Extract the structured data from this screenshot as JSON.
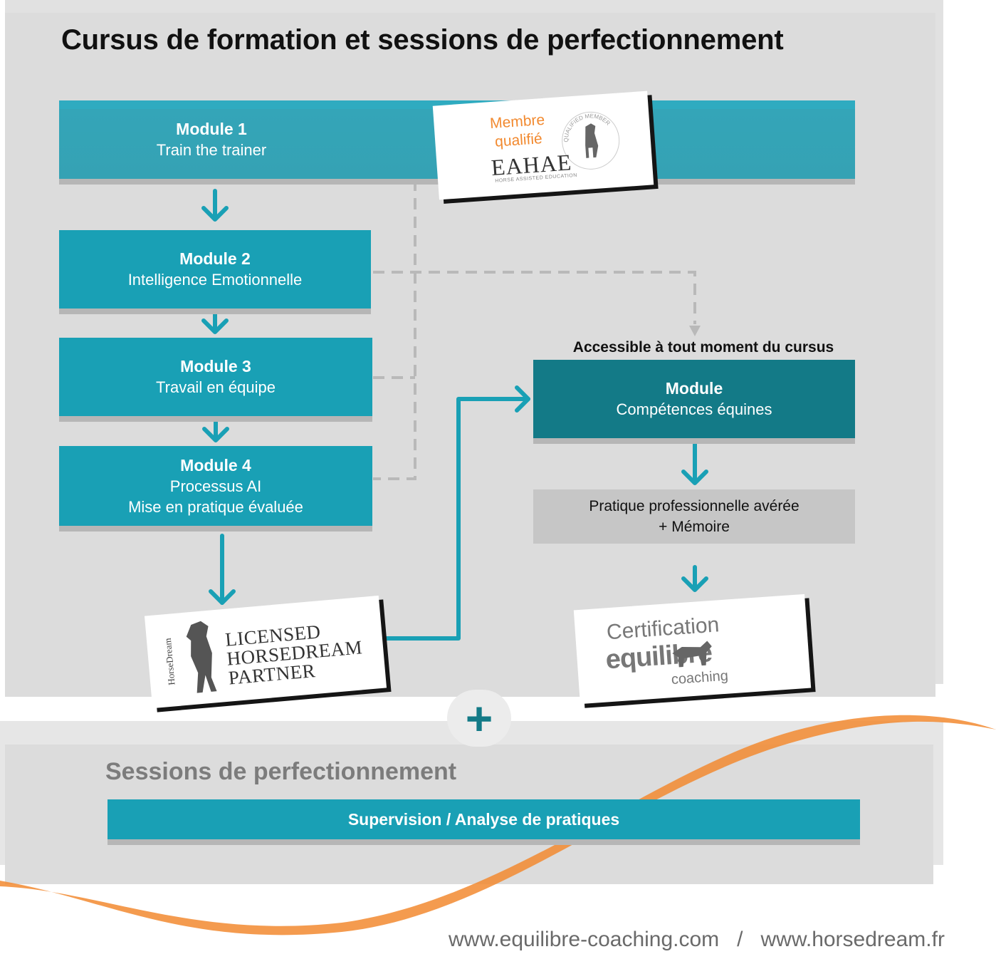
{
  "title": "Cursus de formation et sessions de perfectionnement",
  "modules": {
    "m1": {
      "title": "Module 1",
      "subtitle": "Train the trainer"
    },
    "m2": {
      "title": "Module 2",
      "subtitle": "Intelligence Emotionnelle"
    },
    "m3": {
      "title": "Module 3",
      "subtitle": "Travail en équipe"
    },
    "m4": {
      "title": "Module 4",
      "line1": "Processus AI",
      "line2": "Mise en pratique évaluée"
    },
    "competences": {
      "title": "Module",
      "subtitle": "Compétences équines"
    }
  },
  "accessible_label": "Accessible à tout moment du cursus",
  "pratique": {
    "line1": "Pratique professionnelle avérée",
    "line2": "+ Mémoire"
  },
  "badges": {
    "eahae": {
      "membre": "Membre qualifié",
      "name": "EAHAE",
      "ring": "QUALIFIED MEMBER",
      "sub": "HORSE ASSISTED EDUCATION"
    },
    "horsedream": {
      "vertical": "HorseDream",
      "line1": "LICENSED",
      "line2": "HORSEDREAM",
      "line3": "PARTNER"
    },
    "equilibre": {
      "certification": "Certification",
      "logo": "equilibre",
      "coaching": "coaching"
    }
  },
  "plus": "+",
  "sessions_title": "Sessions de perfectionnement",
  "supervision": "Supervision / Analyse de pratiques",
  "footer": "www.equilibre-coaching.com   /   www.horsedream.fr",
  "colors": {
    "teal": "#19a0b5",
    "teal_dark": "#137a87",
    "orange": "#f28a30",
    "grey_box": "#c6c6c6",
    "panel": "#dcdcdc"
  },
  "icons": [
    "arrow-down-icon",
    "arrow-right-icon",
    "dashed-connector",
    "plus-icon",
    "horse-icon",
    "orange-swoosh"
  ]
}
